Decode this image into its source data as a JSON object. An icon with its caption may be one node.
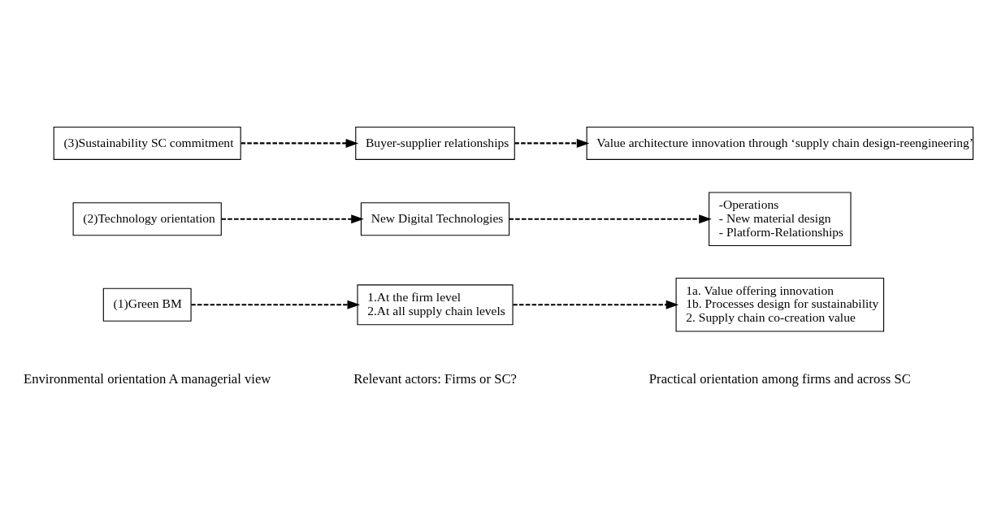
{
  "diagram": {
    "nodes": [
      {
        "text": [
          "(1)Green BM"
        ]
      },
      {
        "text": [
          "1.At the firm level",
          "2.At all supply chain levels"
        ]
      },
      {
        "text": [
          "1a. Value offering innovation",
          "1b. Processes design for sustainability",
          "2. Supply chain co-creation value"
        ]
      },
      {
        "text": [
          "(2)Technology orientation"
        ]
      },
      {
        "text": [
          "New Digital Technologies"
        ]
      },
      {
        "text": [
          "-Operations",
          "- New material design",
          "- Platform-Relationships"
        ]
      },
      {
        "text": [
          "(3)Sustainability SC commitment"
        ]
      },
      {
        "text": [
          "Buyer-supplier relationships"
        ]
      },
      {
        "text": [
          "Value architecture innovation through ‘supply chain design-reengineering’"
        ]
      }
    ],
    "edges": [
      {
        "from": 0,
        "to": 1,
        "arrow": "to",
        "style": "dashed"
      },
      {
        "from": 1,
        "to": 2,
        "arrow": "to",
        "style": "dashed"
      },
      {
        "from": 3,
        "to": 4,
        "arrow": "to",
        "style": "dashed"
      },
      {
        "from": 4,
        "to": 5,
        "arrow": "to",
        "style": "dashed"
      },
      {
        "from": 6,
        "to": 7,
        "arrow": "to",
        "style": "dashed"
      },
      {
        "from": 7,
        "to": 8,
        "arrow": "to",
        "style": "dashed"
      }
    ],
    "labels": [
      "Environmental orientation A managerial view",
      "Relevant actors: Firms or SC?",
      "Practical orientation among firms and across SC"
    ]
  }
}
